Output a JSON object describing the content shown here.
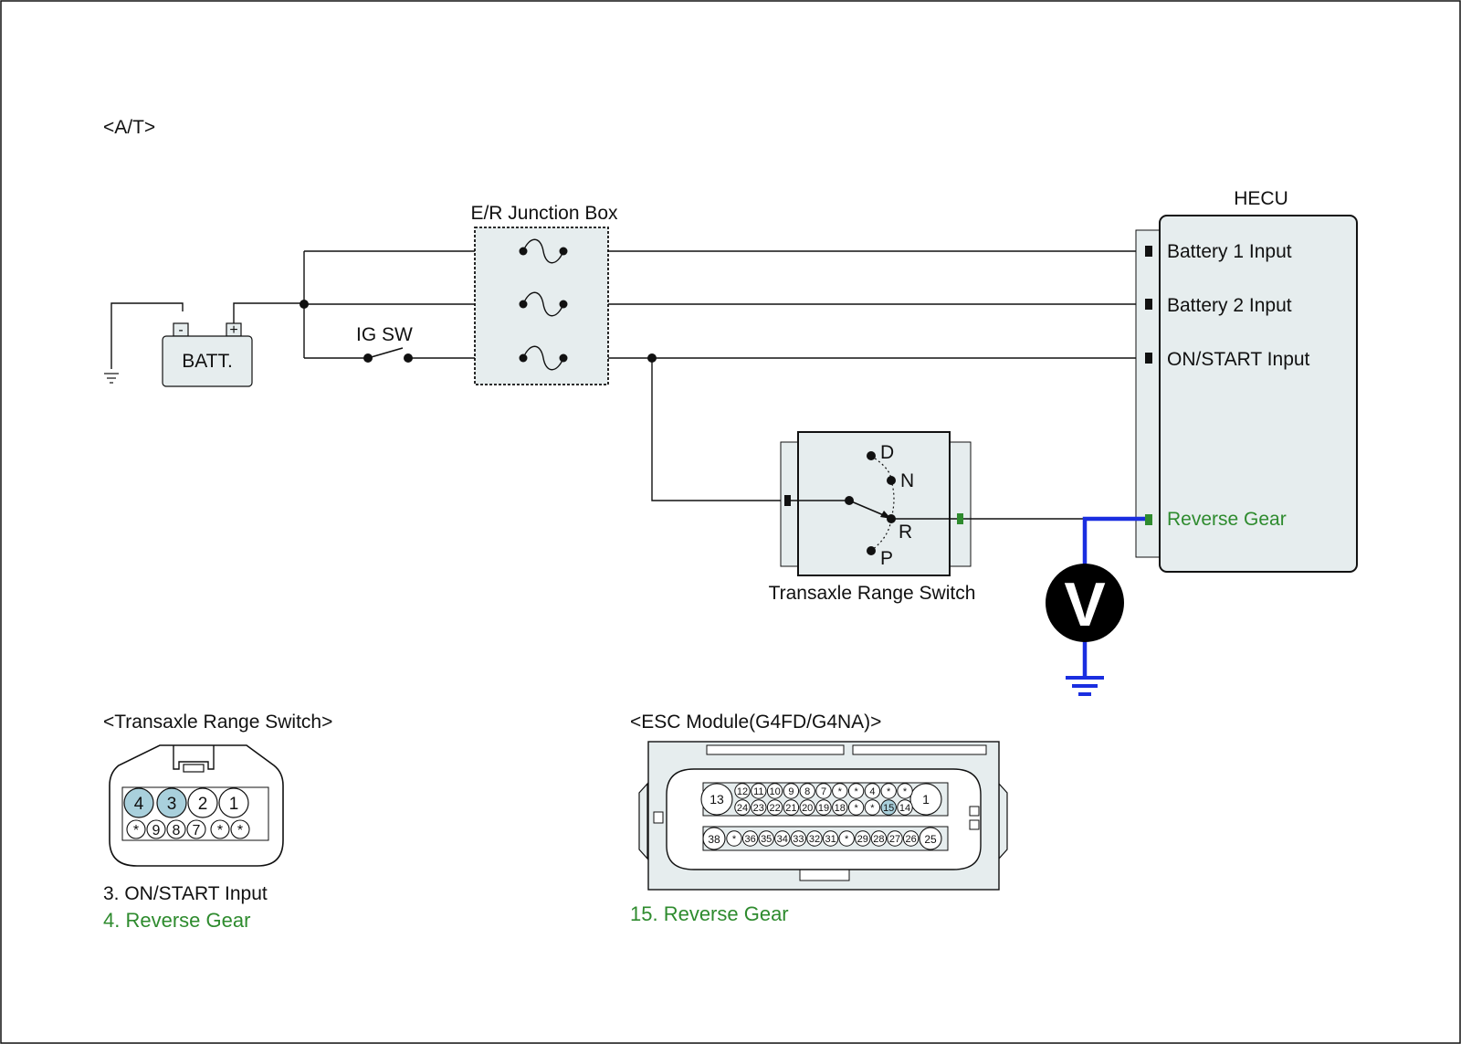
{
  "section_label": "<A/T>",
  "battery": {
    "label": "BATT.",
    "neg": "-",
    "pos": "+"
  },
  "ig_switch": {
    "label": "IG SW"
  },
  "junction_box": {
    "label": "E/R Junction Box"
  },
  "hecu": {
    "title": "HECU",
    "inputs": [
      {
        "label": "Battery 1 Input",
        "color": "#111111"
      },
      {
        "label": "Battery 2 Input",
        "color": "#111111"
      },
      {
        "label": "ON/START Input",
        "color": "#111111"
      },
      {
        "label": "Reverse Gear",
        "color": "#2e8b2e"
      }
    ]
  },
  "range_switch": {
    "label": "Transaxle Range Switch",
    "positions": [
      "D",
      "N",
      "R",
      "P"
    ]
  },
  "voltmeter": {
    "symbol": "V",
    "wire_color": "#1a2ee0"
  },
  "connector_trs": {
    "title": "<Transaxle Range Switch>",
    "top_pins": [
      "4",
      "3",
      "2",
      "1"
    ],
    "bottom_pins": [
      "*",
      "9",
      "8",
      "7",
      "*",
      "*"
    ],
    "highlight_pins": [
      "4",
      "3"
    ],
    "notes": [
      {
        "text": "3. ON/START Input",
        "color": "#111111"
      },
      {
        "text": "4. Reverse Gear",
        "color": "#2e8b2e"
      }
    ]
  },
  "connector_esc": {
    "title": "<ESC Module(G4FD/G4NA)>",
    "big_pins": [
      "13",
      "1",
      "38",
      "25"
    ],
    "row1": [
      "12",
      "11",
      "10",
      "9",
      "8",
      "7",
      "*",
      "*",
      "4",
      "*",
      "*"
    ],
    "row2": [
      "24",
      "23",
      "22",
      "21",
      "20",
      "19",
      "18",
      "*",
      "*",
      "15",
      "14"
    ],
    "row3": [
      "*",
      "36",
      "35",
      "34",
      "33",
      "32",
      "31",
      "*",
      "29",
      "28",
      "27",
      "26"
    ],
    "highlight_pins": [
      "15"
    ],
    "notes": [
      {
        "text": "15. Reverse Gear",
        "color": "#2e8b2e"
      }
    ]
  },
  "colors": {
    "highlight": "#a9d0dc",
    "box_fill": "#e6edee",
    "green": "#2e8b2e",
    "blue": "#1a2ee0"
  }
}
